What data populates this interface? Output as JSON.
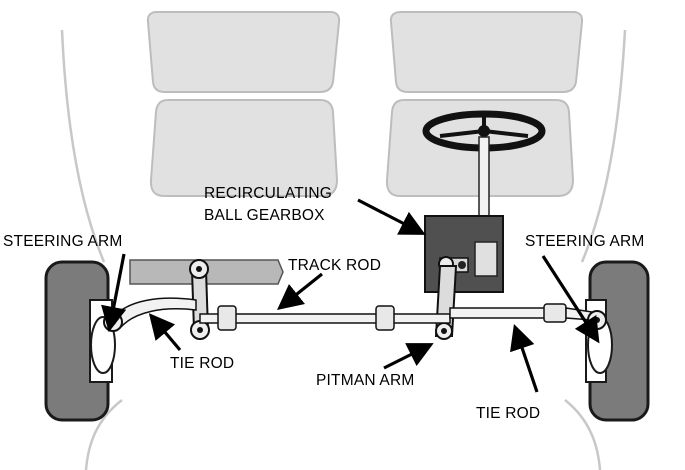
{
  "diagram": {
    "labels": {
      "recirculating_line1": "RECIRCULATING",
      "recirculating_line2": "BALL GEARBOX",
      "steering_arm_left": "STEERING ARM",
      "steering_arm_right": "STEERING ARM",
      "track_rod": "TRACK ROD",
      "tie_rod_left": "TIE ROD",
      "tie_rod_right": "TIE ROD",
      "pitman_arm": "PITMAN ARM"
    }
  }
}
